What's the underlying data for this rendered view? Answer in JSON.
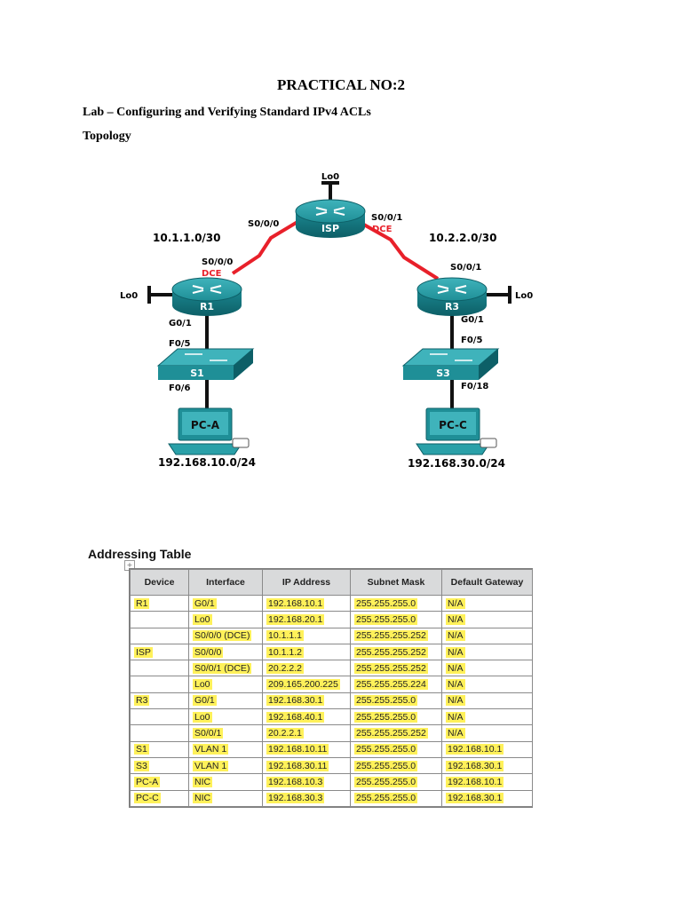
{
  "document": {
    "title": "PRACTICAL NO:2",
    "subtitle": "Lab – Configuring and Verifying Standard IPv4 ACLs",
    "topology_heading": "Topology"
  },
  "topology": {
    "isp": {
      "name": "ISP",
      "lo": "Lo0",
      "left_if": "S0/0/0",
      "right_if": "S0/0/1",
      "right_dce": "DCE"
    },
    "r1": {
      "name": "R1",
      "lo": "Lo0",
      "wan_if": "S0/0/0",
      "dce": "DCE",
      "lan_if": "G0/1"
    },
    "r3": {
      "name": "R3",
      "lo": "Lo0",
      "wan_if": "S0/0/1",
      "lan_if": "G0/1"
    },
    "s1": {
      "name": "S1",
      "up_if": "F0/5",
      "down_if": "F0/6"
    },
    "s3": {
      "name": "S3",
      "up_if": "F0/5",
      "down_if": "F0/18"
    },
    "pca": {
      "name": "PC-A",
      "net": "192.168.10.0/24"
    },
    "pcc": {
      "name": "PC-C",
      "net": "192.168.30.0/24"
    },
    "link_left": "10.1.1.0/30",
    "link_right": "10.2.2.0/30",
    "colors": {
      "serial": "#e8202a",
      "device": "#1f8f97",
      "device_dark": "#0f6c75",
      "dce": "#e8202a"
    }
  },
  "addressing_table": {
    "title": "Addressing Table",
    "headers": [
      "Device",
      "Interface",
      "IP Address",
      "Subnet Mask",
      "Default Gateway"
    ],
    "rows": [
      [
        "R1",
        "G0/1",
        "192.168.10.1",
        "255.255.255.0",
        "N/A"
      ],
      [
        "",
        "Lo0",
        "192.168.20.1",
        "255.255.255.0",
        "N/A"
      ],
      [
        "",
        "S0/0/0 (DCE)",
        "10.1.1.1",
        "255.255.255.252",
        "N/A"
      ],
      [
        "ISP",
        "S0/0/0",
        "10.1.1.2",
        "255.255.255.252",
        "N/A"
      ],
      [
        "",
        "S0/0/1 (DCE)",
        "20.2.2.2",
        "255.255.255.252",
        "N/A"
      ],
      [
        "",
        "Lo0",
        "209.165.200.225",
        "255.255.255.224",
        "N/A"
      ],
      [
        "R3",
        "G0/1",
        "192.168.30.1",
        "255.255.255.0",
        "N/A"
      ],
      [
        "",
        "Lo0",
        "192.168.40.1",
        "255.255.255.0",
        "N/A"
      ],
      [
        "",
        "S0/0/1",
        "20.2.2.1",
        "255.255.255.252",
        "N/A"
      ],
      [
        "S1",
        "VLAN 1",
        "192.168.10.11",
        "255.255.255.0",
        "192.168.10.1"
      ],
      [
        "S3",
        "VLAN 1",
        "192.168.30.11",
        "255.255.255.0",
        "192.168.30.1"
      ],
      [
        "PC-A",
        "NIC",
        "192.168.10.3",
        "255.255.255.0",
        "192.168.10.1"
      ],
      [
        "PC-C",
        "NIC",
        "192.168.30.3",
        "255.255.255.0",
        "192.168.30.1"
      ]
    ],
    "highlight_color": "#fff15a"
  }
}
